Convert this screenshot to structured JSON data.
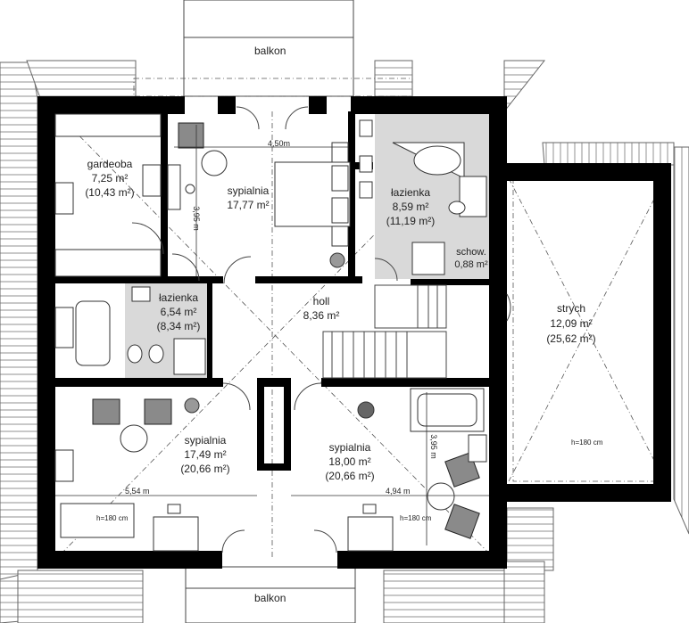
{
  "plan": {
    "rooms": {
      "gardeoba": {
        "name": "gardeoba",
        "area": "7,25 m²",
        "gross": "(10,43 m²)"
      },
      "bed1": {
        "name": "sypialnia",
        "area": "17,77 m²"
      },
      "bath1": {
        "name": "łazienka",
        "area": "8,59 m²",
        "gross": "(11,19 m²)"
      },
      "schowek": {
        "name": "schow.",
        "area": "0,88 m²"
      },
      "strych": {
        "name": "strych",
        "area": "12,09 m²",
        "gross": "(25,62 m²)"
      },
      "bath2": {
        "name": "łazienka",
        "area": "6,54 m²",
        "gross": "(8,34 m²)"
      },
      "hall": {
        "name": "holl",
        "area": "8,36 m²"
      },
      "bed2": {
        "name": "sypialnia",
        "area": "17,49 m²",
        "gross": "(20,66 m²)"
      },
      "bed3": {
        "name": "sypialnia",
        "area": "18,00 m²",
        "gross": "(20,66 m²)"
      }
    },
    "balcony_top": "balkon",
    "balcony_bottom": "balkon",
    "dims": {
      "d1": "4,50m",
      "d2": "3,95 m",
      "d3": "5,54 m",
      "d4": "4,94 m",
      "d5": "3,95 m",
      "h1": "h=180 cm",
      "h2": "h=180 cm",
      "h3": "h=180 cm"
    },
    "colors": {
      "wall": "#000000",
      "wet_area": "#d9d9d9",
      "furniture": "#8a8a8a"
    }
  }
}
